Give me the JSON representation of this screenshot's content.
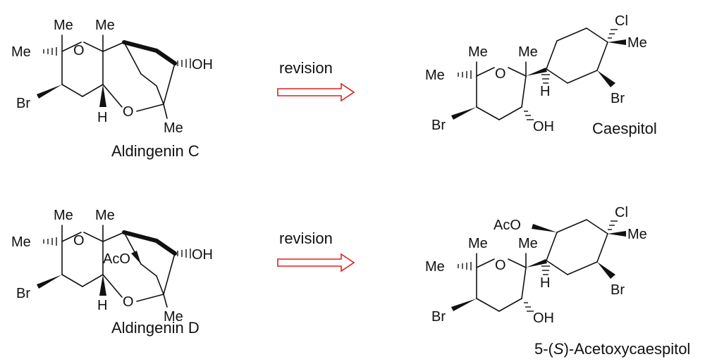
{
  "colors": {
    "arrow": "#e0201c",
    "ink": "#111111",
    "background": "#ffffff"
  },
  "reactions": [
    {
      "reactant": {
        "name": "Aldingenin C",
        "labels": {
          "me_top1": "Me",
          "me_top2": "Me",
          "me_left": "Me",
          "o_ring": "O",
          "o_bridge": "O",
          "oh": "OH",
          "me_right": "Me",
          "br": "Br",
          "h": "H"
        }
      },
      "arrow_label": "revision",
      "product": {
        "name": "Caespitol",
        "labels": {
          "cl": "Cl",
          "me_cl": "Me",
          "me_top1": "Me",
          "me_top2": "Me",
          "me_left": "Me",
          "o_ring": "O",
          "h": "H",
          "br_right": "Br",
          "br_left": "Br",
          "oh": "OH"
        }
      }
    },
    {
      "reactant": {
        "name": "Aldingenin D",
        "labels": {
          "me_top1": "Me",
          "me_top2": "Me",
          "me_left": "Me",
          "o_ring": "O",
          "aco": "AcO",
          "oh": "OH",
          "me_right": "Me",
          "br": "Br",
          "h": "H",
          "o_bridge": "O"
        }
      },
      "arrow_label": "revision",
      "product": {
        "name": "5-(S)-Acetoxycaespitol",
        "name_parts": {
          "prefix": "5-(",
          "stereo": "S",
          "suffix": ")-Acetoxycaespitol"
        },
        "labels": {
          "aco": "AcO",
          "cl": "Cl",
          "me_cl": "Me",
          "me_top1": "Me",
          "me_top2": "Me",
          "me_left": "Me",
          "o_ring": "O",
          "h": "H",
          "br_right": "Br",
          "br_left": "Br",
          "oh": "OH"
        }
      }
    }
  ]
}
